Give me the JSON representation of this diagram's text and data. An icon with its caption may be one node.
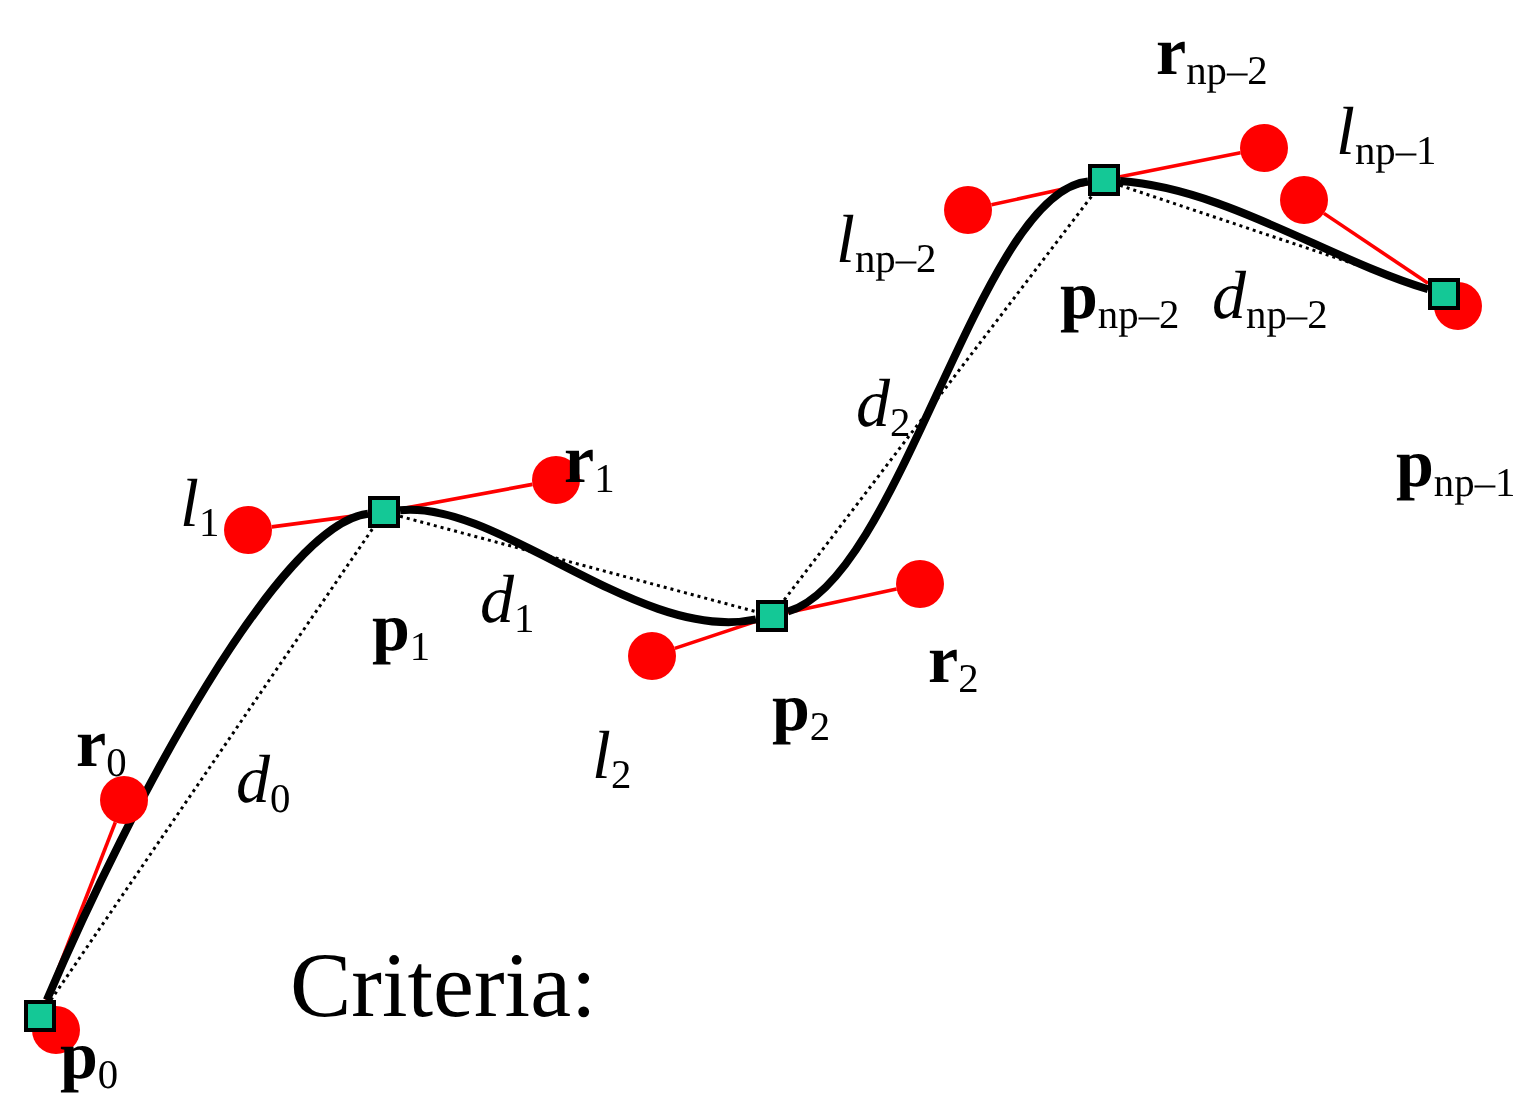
{
  "diagram": {
    "nodes": [
      {
        "text": [],
        "shape": "circle"
      },
      {
        "text": [],
        "shape": "box",
        "beside": [
          "**p**$_{0}$"
        ]
      },
      {
        "text": [],
        "shape": "circle",
        "beside": [
          "**r**$_{0}$"
        ]
      },
      {
        "text": [],
        "shape": "circle",
        "beside": [
          "*l*$_{1}$"
        ]
      },
      {
        "text": [],
        "shape": "box",
        "beside": [
          "**p**$_{1}$"
        ]
      },
      {
        "text": [],
        "shape": "circle",
        "beside": [
          "**r**$_{1}$"
        ]
      },
      {
        "text": [],
        "shape": "circle",
        "beside": [
          "*l*$_{2}$"
        ]
      },
      {
        "text": [],
        "shape": "box",
        "beside": [
          "**p**$_{2}$"
        ]
      },
      {
        "text": [],
        "shape": "circle",
        "beside": [
          "**r**$_{2}$"
        ]
      },
      {
        "text": [],
        "shape": "circle",
        "beside": [
          "*l*$_{np–2}$"
        ]
      },
      {
        "text": [],
        "shape": "box",
        "beside": [
          "**p**$_{np–2}$"
        ]
      },
      {
        "text": [],
        "shape": "circle",
        "beside": [
          "**r**$_{np–2}$"
        ]
      },
      {
        "text": [],
        "shape": "circle",
        "beside": [
          "*l*$_{np–1}$"
        ]
      },
      {
        "text": [],
        "shape": "box",
        "beside": [
          "**p**$_{np–1}$"
        ]
      },
      {
        "text": [],
        "shape": "circle"
      }
    ],
    "edges": [
      {
        "from": 1,
        "to": 2,
        "arrow": "none",
        "color": "#ff0000"
      },
      {
        "from": 3,
        "to": 4,
        "arrow": "none",
        "color": "#ff0000"
      },
      {
        "from": 4,
        "to": 5,
        "arrow": "none",
        "color": "#ff0000"
      },
      {
        "from": 6,
        "to": 7,
        "arrow": "none",
        "color": "#ff0000"
      },
      {
        "from": 7,
        "to": 8,
        "arrow": "none",
        "color": "#ff0000"
      },
      {
        "from": 9,
        "to": 10,
        "arrow": "none",
        "color": "#ff0000"
      },
      {
        "from": 10,
        "to": 11,
        "arrow": "none",
        "color": "#ff0000"
      },
      {
        "from": 12,
        "to": 13,
        "arrow": "none",
        "color": "#ff0000"
      },
      {
        "from": 1,
        "to": 4,
        "arrow": "none",
        "style": "thick",
        "color": "#000000"
      },
      {
        "from": 4,
        "to": 7,
        "arrow": "none",
        "style": "thick",
        "color": "#000000"
      },
      {
        "from": 7,
        "to": 10,
        "arrow": "none",
        "style": "thick",
        "color": "#000000"
      },
      {
        "from": 10,
        "to": 13,
        "arrow": "none",
        "style": "thick",
        "color": "#000000"
      },
      {
        "from": 1,
        "to": 4,
        "arrow": "none",
        "style": "dashed",
        "color": "#000000",
        "label": "*d*$_{0}$"
      },
      {
        "from": 4,
        "to": 7,
        "arrow": "none",
        "style": "dashed",
        "color": "#000000",
        "label": "*d*$_{1}$"
      },
      {
        "from": 7,
        "to": 10,
        "arrow": "none",
        "style": "dashed",
        "color": "#000000",
        "label": "*d*$_{2}$"
      },
      {
        "from": 10,
        "to": 13,
        "arrow": "none",
        "style": "dashed",
        "color": "#000000",
        "label": "*d*$_{np–2}$"
      }
    ],
    "labels": [
      "Criteria:"
    ]
  }
}
